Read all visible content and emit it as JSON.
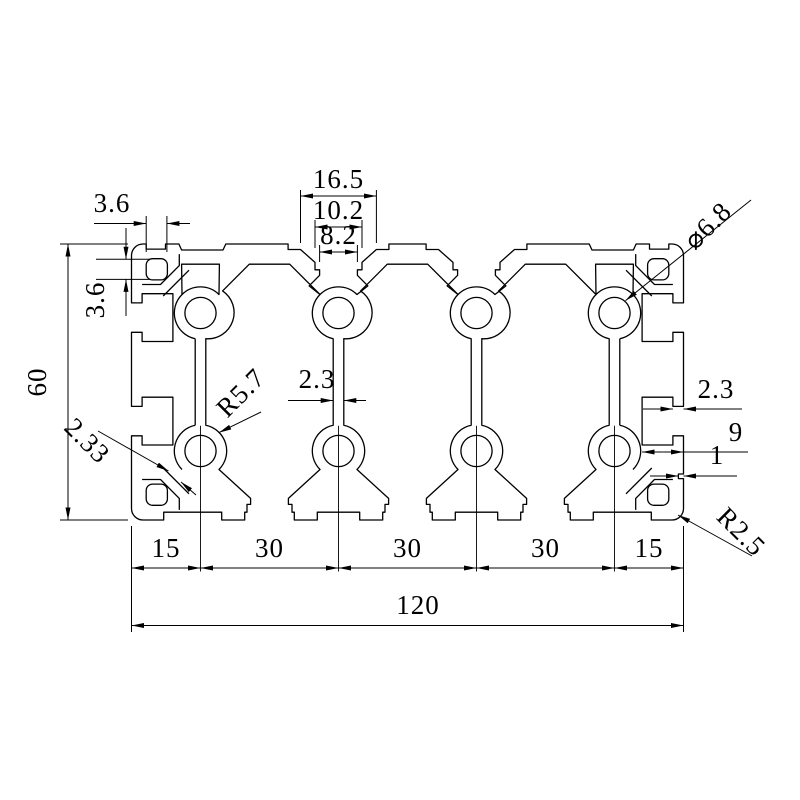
{
  "drawing": {
    "colors": {
      "background": "#ffffff",
      "line": "#000000"
    },
    "dims": {
      "slot_outer": "16.5",
      "slot_mid": "10.2",
      "slot_mouth": "8.2",
      "corner_notch_w": "3.6",
      "corner_notch_h": "3.6",
      "profile_height": "60",
      "corner_rib": "2.33",
      "boss_radius": "R5.7",
      "web_thickness": "2.3",
      "hole_diameter": "⌀6.8",
      "side_lip": "2.3",
      "side_slot_depth": "9",
      "side_tab": "1",
      "corner_radius": "R2.5",
      "bottom_segments": [
        "15",
        "30",
        "30",
        "30",
        "15"
      ],
      "profile_width": "120"
    }
  }
}
